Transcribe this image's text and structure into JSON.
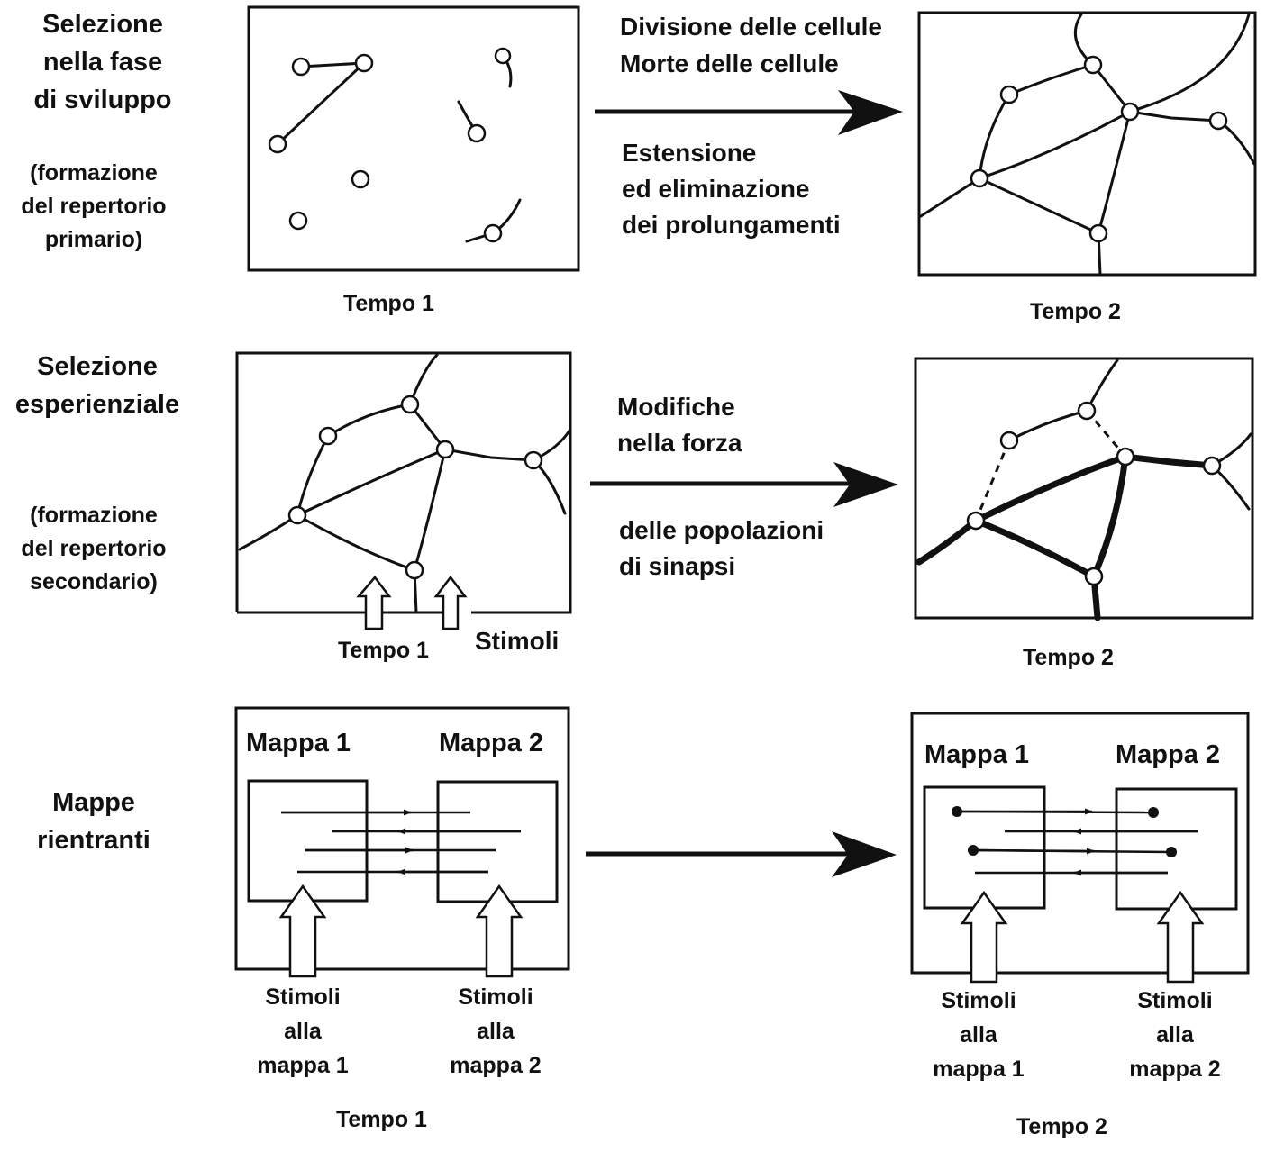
{
  "rows": {
    "developmental": {
      "title": "Selezione\nnella fase\ndi sviluppo",
      "subtitle": "(formazione\ndel repertorio\nprimario)",
      "time1_caption": "Tempo 1",
      "time2_caption": "Tempo 2",
      "process_line1": "Divisione delle cellule",
      "process_line2": "Morte delle cellule",
      "process_line3": "Estensione\ned eliminazione\ndei prolungamenti"
    },
    "experiential": {
      "title": "Selezione\nesperienziale",
      "subtitle": "(formazione\ndel repertorio\nsecondario)",
      "time1_caption": "Tempo 1",
      "stimuli_label": "Stimoli",
      "time2_caption": "Tempo 2",
      "process_top": "Modifiche\nnella forza",
      "process_bottom": "delle popolazioni\ndi sinapsi"
    },
    "reentrant": {
      "title": "Mappe\nrientranti",
      "time1": {
        "map1_label": "Mappa 1",
        "map2_label": "Mappa 2",
        "stimuli_map1": "Stimoli\nalla\nmappa 1",
        "stimuli_map2": "Stimoli\nalla\nmappa 2",
        "caption": "Tempo 1"
      },
      "time2": {
        "map1_label": "Mappa 1",
        "map2_label": "Mappa 2",
        "stimuli_map1": "Stimoli\nalla\nmappa 1",
        "stimuli_map2": "Stimoli\nalla\nmappa 2",
        "caption": "Tempo 2"
      }
    }
  }
}
